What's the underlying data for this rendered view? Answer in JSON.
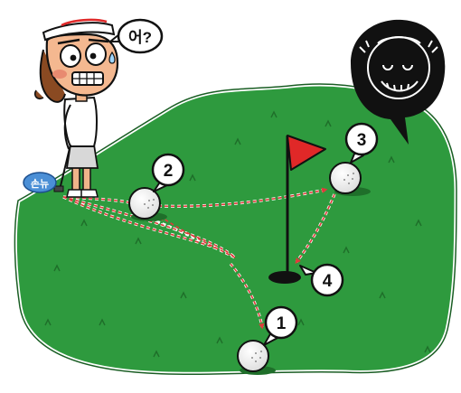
{
  "speech": {
    "text": "어?"
  },
  "signature": {
    "text": "손뉴"
  },
  "balls": [
    {
      "label": "1"
    },
    {
      "label": "2"
    },
    {
      "label": "3"
    },
    {
      "label": "4"
    }
  ],
  "colors": {
    "green": "#2e9a3e",
    "green_dark": "#237a31",
    "flag": "#e02828",
    "path": "#e03a3a",
    "ink": "#111111"
  }
}
